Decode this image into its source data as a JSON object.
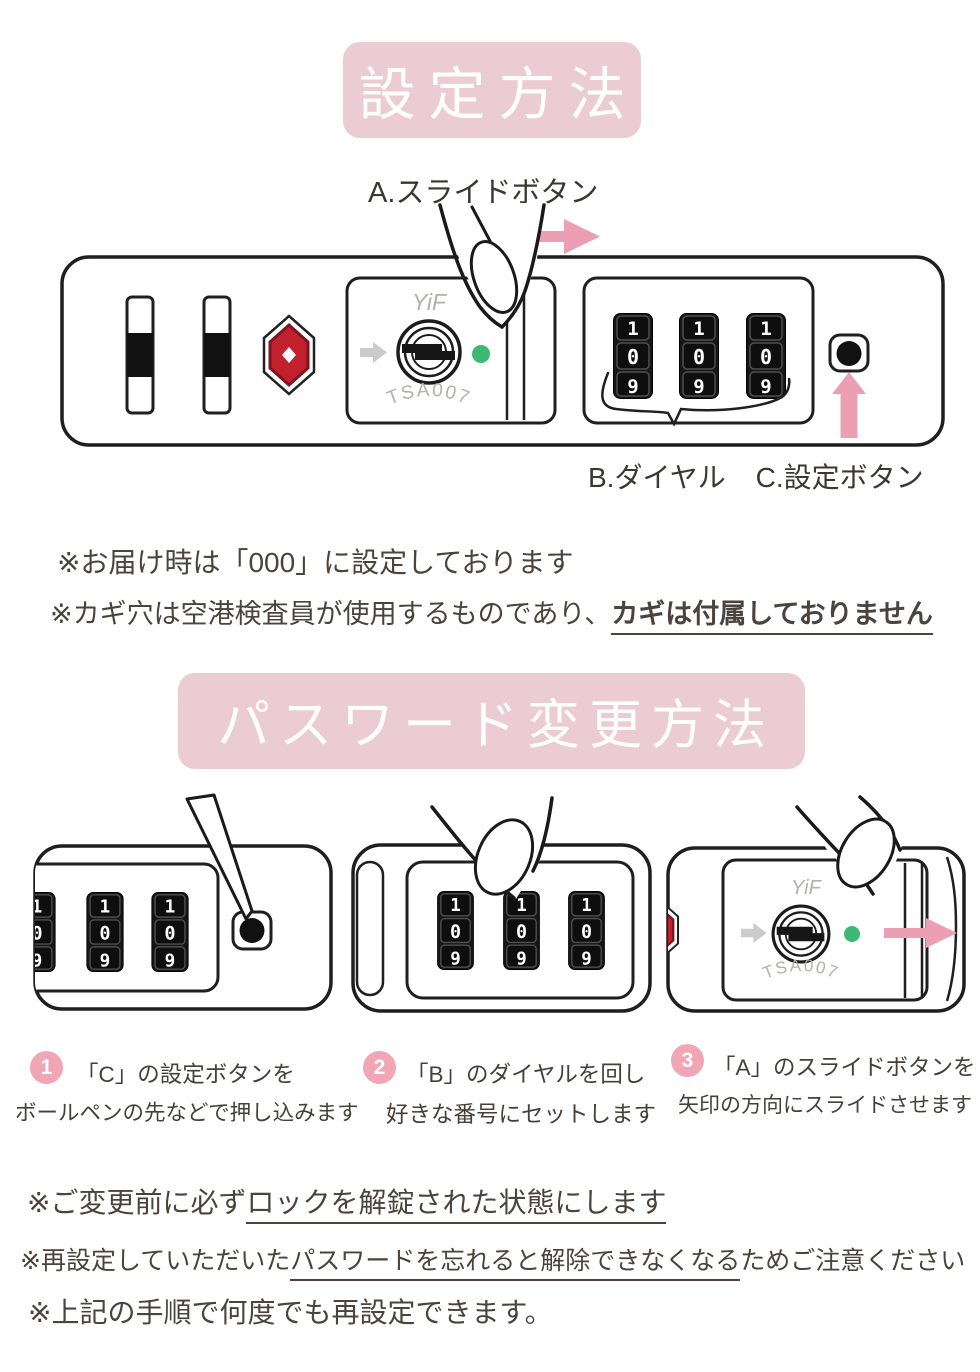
{
  "colors": {
    "banner_pink": "#ebccd4",
    "arrow_pink": "#ec9fb3",
    "step_circle_pink": "#f0a6b4",
    "text_dark": "#45403c",
    "logo_red": "#c2202d",
    "green_dot": "#3cba74"
  },
  "setup": {
    "title": "設定方法",
    "slide_label": "A.スライドボタン",
    "dial_label": "B.ダイヤル",
    "set_button_label": "C.設定ボタン",
    "brand": "YiF",
    "model": "TSA007",
    "dial_digits": [
      "1",
      "0",
      "9"
    ],
    "note1": "※お届け時は「000」に設定しております",
    "note2_prefix": "※カギ穴は空港検査員が使用するものであり、",
    "note2_emphasis": "カギは付属しておりません"
  },
  "change": {
    "title": "パスワード変更方法",
    "steps": [
      {
        "num": "1",
        "line1": "「C」の設定ボタンを",
        "line2": "ボールペンの先などで押し込みます"
      },
      {
        "num": "2",
        "line1": "「B」のダイヤルを回し",
        "line2": "好きな番号にセットします"
      },
      {
        "num": "3",
        "line1": "「A」のスライドボタンを",
        "line2": "矢印の方向にスライドさせます"
      }
    ],
    "note1_prefix": "※ご変更前に必ず",
    "note1_underline": "ロックを解錠された状態にします",
    "note2_prefix": "※再設定していただいた",
    "note2_underline": "パスワードを忘れると解除できなくなる",
    "note2_suffix": "ためご注意ください",
    "note3": "※上記の手順で何度でも再設定できます。"
  }
}
